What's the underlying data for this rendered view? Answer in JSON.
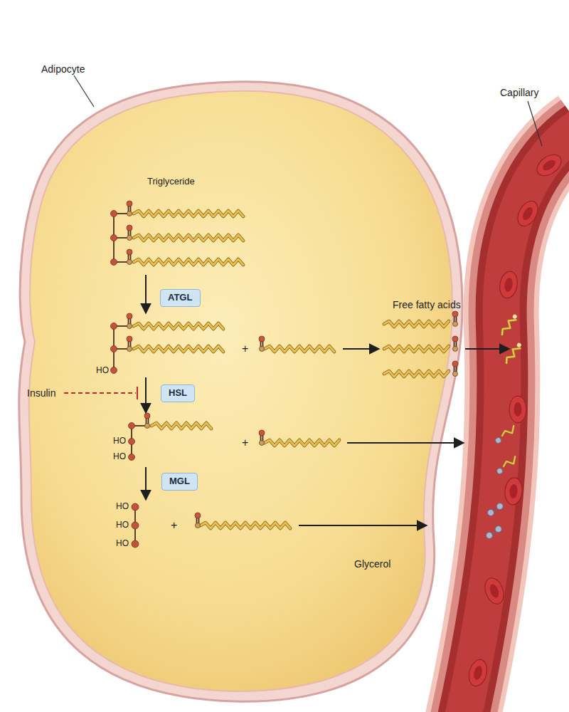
{
  "diagram": {
    "nodes": [
      {
        "text": [
          "ATGL"
        ]
      },
      {
        "text": [
          "HSL"
        ]
      },
      {
        "text": [
          "MGL"
        ]
      }
    ],
    "labels": [
      "Adipocyte",
      "Capillary",
      "Triglyceride",
      "HO",
      "+",
      "Free fatty acids",
      "Insulin",
      "HO",
      "HO",
      "+",
      "HO",
      "HO",
      "HO",
      "+",
      "Glycerol"
    ]
  }
}
